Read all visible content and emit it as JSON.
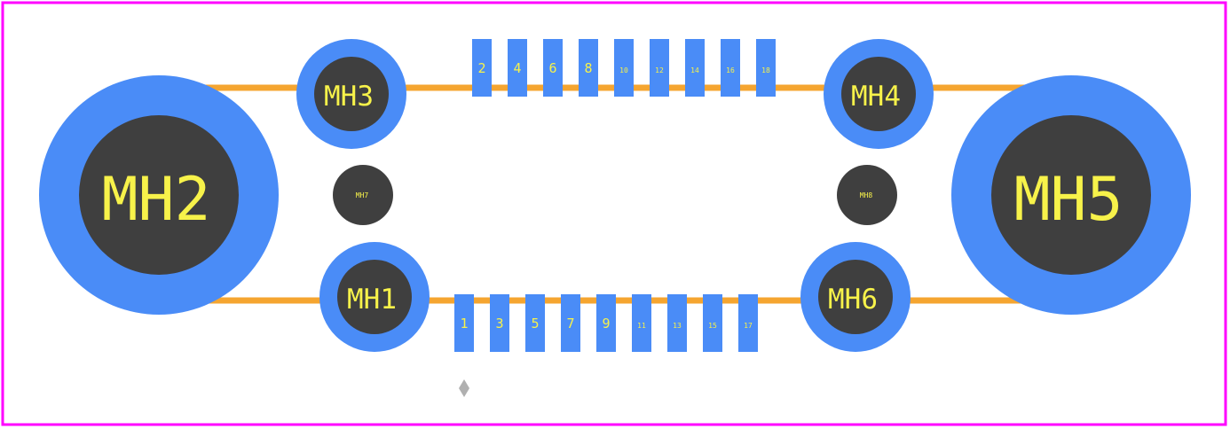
{
  "colors": {
    "background": "#ffffff",
    "outline": "#ff00ff",
    "pad": "#4a8cf7",
    "hole": "#3f3f3f",
    "silkscreen": "#f7f24a",
    "trace": "#f5a530",
    "marker": "#b0b0b0"
  },
  "mounting_holes": {
    "mh1": "MH1",
    "mh2": "MH2",
    "mh3": "MH3",
    "mh4": "MH4",
    "mh5": "MH5",
    "mh6": "MH6",
    "mh7": "MH7",
    "mh8": "MH8"
  },
  "top_pins": [
    "2",
    "4",
    "6",
    "8",
    "10",
    "12",
    "14",
    "16",
    "18"
  ],
  "bottom_pins": [
    "1",
    "3",
    "5",
    "7",
    "9",
    "11",
    "13",
    "15",
    "17"
  ],
  "origin_marker": "diamond-origin-icon"
}
